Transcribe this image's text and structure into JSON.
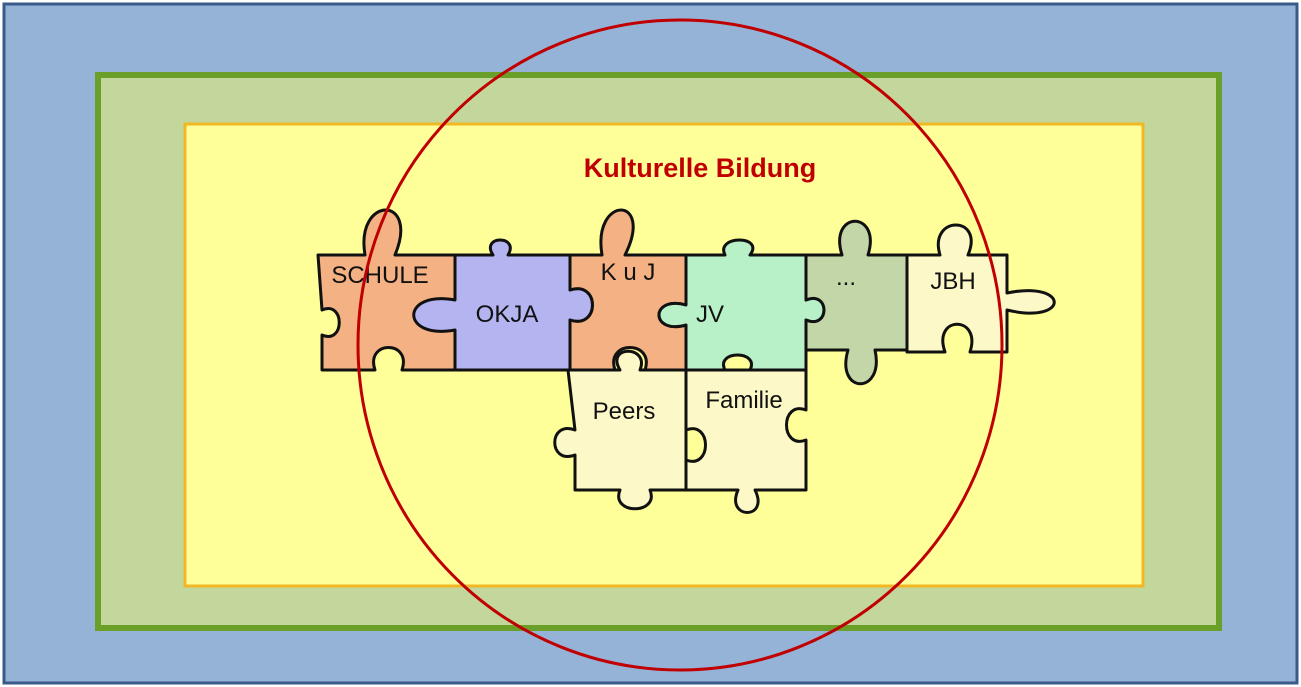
{
  "title": "Kulturelle Bildung",
  "colors": {
    "outer_fill": "#95b3d7",
    "outer_border": "#3a5a8a",
    "middle_fill": "#c3d69b",
    "middle_border": "#6a9f2a",
    "inner_fill": "#ffff99",
    "inner_border": "#f2b824",
    "circle": "#c00000",
    "title": "#c00000"
  },
  "pieces": [
    {
      "label": "SCHULE",
      "color": "#f4b183"
    },
    {
      "label": "OKJA",
      "color": "#b4b4f0"
    },
    {
      "label": "K u J",
      "color": "#f4b183"
    },
    {
      "label": "JV",
      "color": "#b8f0c8"
    },
    {
      "label": "...",
      "color": "#c3d6a8"
    },
    {
      "label": "JBH",
      "color": "#fdf8c8"
    },
    {
      "label": "Peers",
      "color": "#fdf8c8"
    },
    {
      "label": "Familie",
      "color": "#fdf8c8"
    }
  ]
}
